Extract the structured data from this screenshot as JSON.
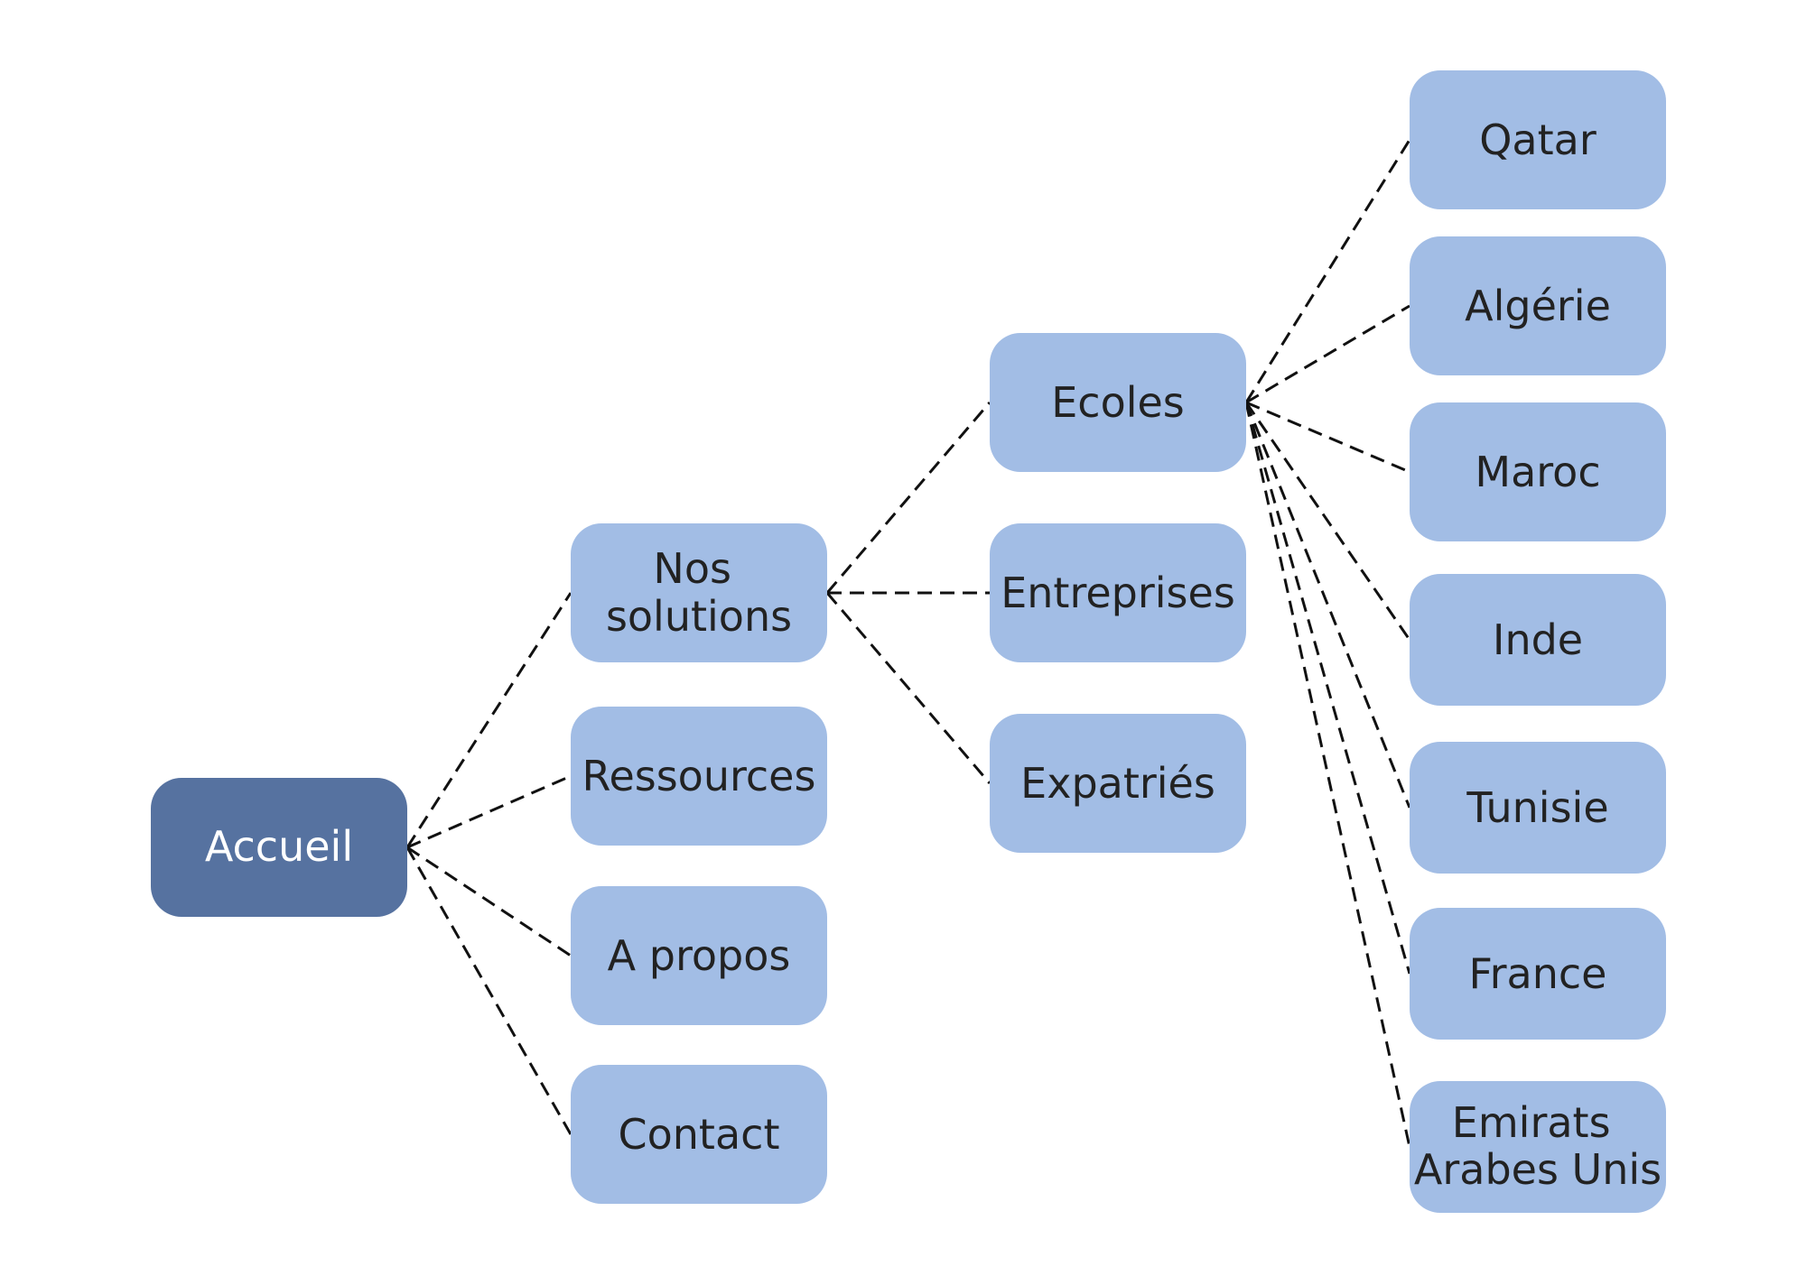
{
  "colors": {
    "root_fill": "#5672A0",
    "root_text": "#FFFFFF",
    "node_fill": "#A2BDE5",
    "node_text": "#222222",
    "edge": "#111111",
    "background": "#FFFFFF"
  },
  "nodes": {
    "accueil": {
      "lines": [
        "Accueil"
      ],
      "level": 0
    },
    "nos_solutions": {
      "lines": [
        "Nos",
        "solutions"
      ],
      "level": 1
    },
    "ressources": {
      "lines": [
        "Ressources"
      ],
      "level": 1
    },
    "a_propos": {
      "lines": [
        "A propos"
      ],
      "level": 1
    },
    "contact": {
      "lines": [
        "Contact"
      ],
      "level": 1
    },
    "ecoles": {
      "lines": [
        "Ecoles"
      ],
      "level": 2
    },
    "entreprises": {
      "lines": [
        "Entreprises"
      ],
      "level": 2
    },
    "expatries": {
      "lines": [
        "Expatriés"
      ],
      "level": 2
    },
    "qatar": {
      "lines": [
        "Qatar"
      ],
      "level": 3
    },
    "algerie": {
      "lines": [
        "Algérie"
      ],
      "level": 3
    },
    "maroc": {
      "lines": [
        "Maroc"
      ],
      "level": 3
    },
    "inde": {
      "lines": [
        "Inde"
      ],
      "level": 3
    },
    "tunisie": {
      "lines": [
        "Tunisie"
      ],
      "level": 3
    },
    "france": {
      "lines": [
        "France"
      ],
      "level": 3
    },
    "emirats": {
      "lines": [
        "Emirats",
        "Arabes Unis"
      ],
      "level": 3
    }
  },
  "edges": [
    [
      "accueil",
      "nos_solutions"
    ],
    [
      "accueil",
      "ressources"
    ],
    [
      "accueil",
      "a_propos"
    ],
    [
      "accueil",
      "contact"
    ],
    [
      "nos_solutions",
      "ecoles"
    ],
    [
      "nos_solutions",
      "entreprises"
    ],
    [
      "nos_solutions",
      "expatries"
    ],
    [
      "ecoles",
      "qatar"
    ],
    [
      "ecoles",
      "algerie"
    ],
    [
      "ecoles",
      "maroc"
    ],
    [
      "ecoles",
      "inde"
    ],
    [
      "ecoles",
      "tunisie"
    ],
    [
      "ecoles",
      "france"
    ],
    [
      "ecoles",
      "emirats"
    ]
  ]
}
